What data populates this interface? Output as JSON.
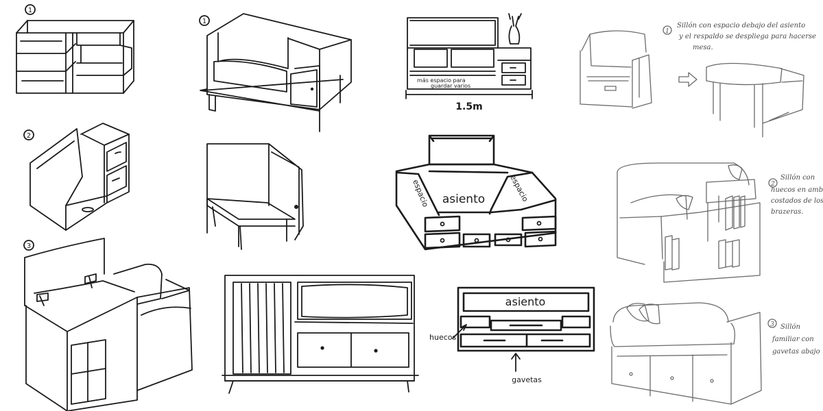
{
  "labels": {
    "num_1a": "1",
    "num_1b": "1",
    "num_2": "2",
    "num_3": "3",
    "storage_note_1": "más espacio para",
    "storage_note_2": "guardar varios",
    "width_dimension": "1.5m",
    "respaldo_left": "espacio",
    "respaldo_right": "espacio",
    "asiento_mid": "asiento",
    "asiento_bottom": "asiento",
    "huecos": "huecos",
    "gavetas": "gavetas"
  },
  "notes": {
    "note1_num": "1",
    "note1_lines": [
      "Sillón con espacio debajo del asiento",
      "y el respaldo se despliega para hacerse",
      "mesa."
    ],
    "note2_num": "2",
    "note2_lines": [
      "Sillón con",
      "huecos en ambos",
      "costados de los",
      "brazeras."
    ],
    "note3_num": "3",
    "note3_lines": [
      "Sillón",
      "familiar con",
      "gavetas abajo"
    ]
  },
  "colors": {
    "ink": "#1c1c1c",
    "pencil": "#6a6a6a",
    "paper": "#ffffff"
  }
}
